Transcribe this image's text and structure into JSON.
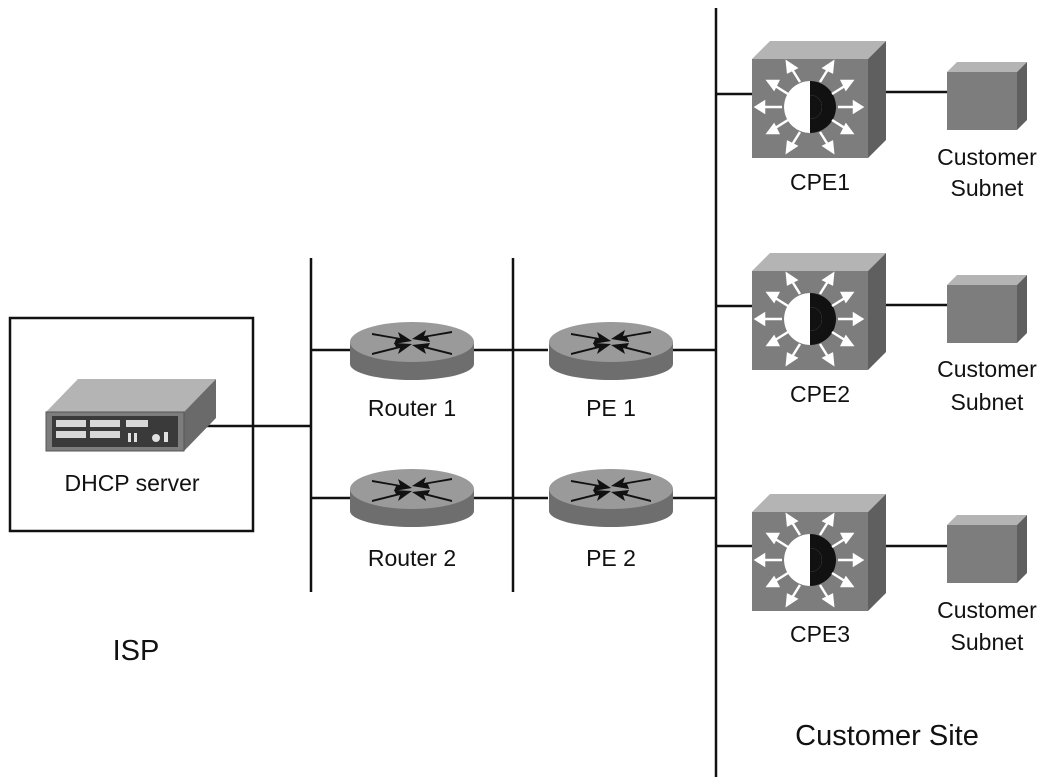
{
  "isp": {
    "zone_label": "ISP",
    "dhcp_server_label": "DHCP server",
    "router1_label": "Router 1",
    "router2_label": "Router 2",
    "pe1_label": "PE 1",
    "pe2_label": "PE 2"
  },
  "customer_site": {
    "zone_label": "Customer Site",
    "cpe1_label": "CPE1",
    "cpe2_label": "CPE2",
    "cpe3_label": "CPE3",
    "subnet1_line1": "Customer",
    "subnet1_line2": "Subnet",
    "subnet2_line1": "Customer",
    "subnet2_line2": "Subnet",
    "subnet3_line1": "Customer",
    "subnet3_line2": "Subnet"
  },
  "colors": {
    "line": "#111111",
    "device_face": "#7d7d7d",
    "device_top": "#b4b4b4",
    "device_side": "#5f5f5f",
    "router_top": "#9a9a9a",
    "router_side": "#6e6e6e"
  }
}
